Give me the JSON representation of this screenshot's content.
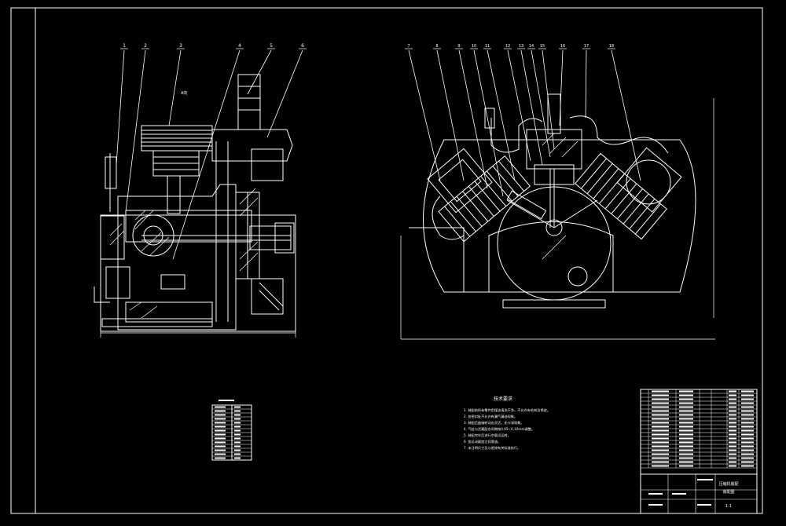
{
  "drawing": {
    "left_view": {
      "leader_numbers": [
        "1",
        "2",
        "3",
        "4",
        "5",
        "6"
      ],
      "small_label": "A向",
      "table_rows": 14
    },
    "right_view": {
      "leader_numbers": [
        "7",
        "8",
        "9",
        "10",
        "11",
        "12",
        "13",
        "14",
        "15",
        "16",
        "17",
        "18"
      ]
    },
    "notes": {
      "title": "技术要求",
      "lines": [
        "1. 装配前所有零件用煤油清洗干净，不允许有毛刺及锈迹。",
        "2. 各密封处不允许有漏气漏油现象。",
        "3. 装配后曲轴转动应灵活，无卡滞现象。",
        "4. 气缸与活塞配合间隙按0.05~0.10mm调整。",
        "5. 装配完毕后进行空载试运转。",
        "6. 各运动副加注润滑油。",
        "7. 未注明尺寸及公差按有关标准执行。"
      ]
    },
    "title_block": {
      "name_cell": "压缩机装配",
      "sub_cell": "装配图",
      "scale_cell": "1:1"
    }
  },
  "colors": {
    "background": "#000000",
    "line": "#ffffff",
    "accent": "#ffffff"
  }
}
